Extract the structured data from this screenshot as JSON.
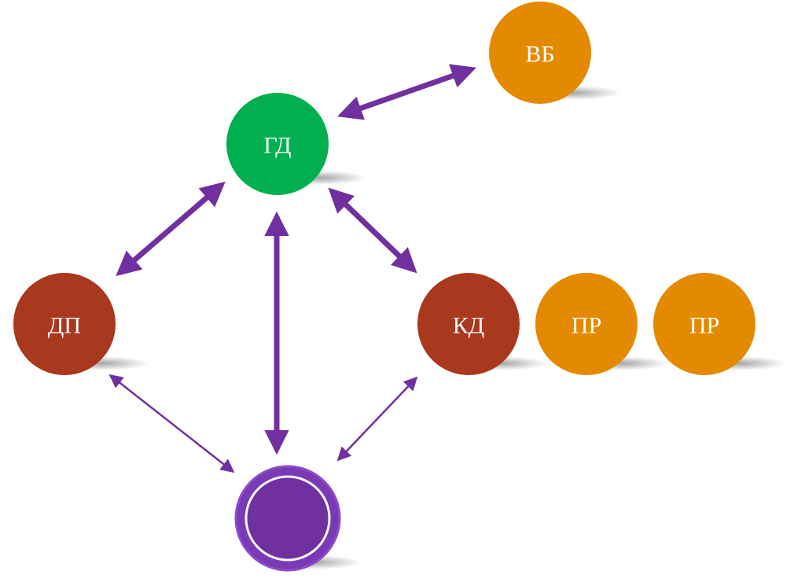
{
  "diagram": {
    "nodes": {
      "vb": {
        "label": "ВБ"
      },
      "gd": {
        "label": "ГД"
      },
      "dp": {
        "label": "ДП"
      },
      "kd": {
        "label": "КД"
      },
      "pr1": {
        "label": "ПР"
      },
      "pr2": {
        "label": "ПР"
      },
      "center": {
        "label": ""
      }
    }
  },
  "colors": {
    "green": "#00B050",
    "rust": "#A8381E",
    "orange": "#E38A00",
    "purple": "#7030A0",
    "arrow": "#7030A0"
  }
}
